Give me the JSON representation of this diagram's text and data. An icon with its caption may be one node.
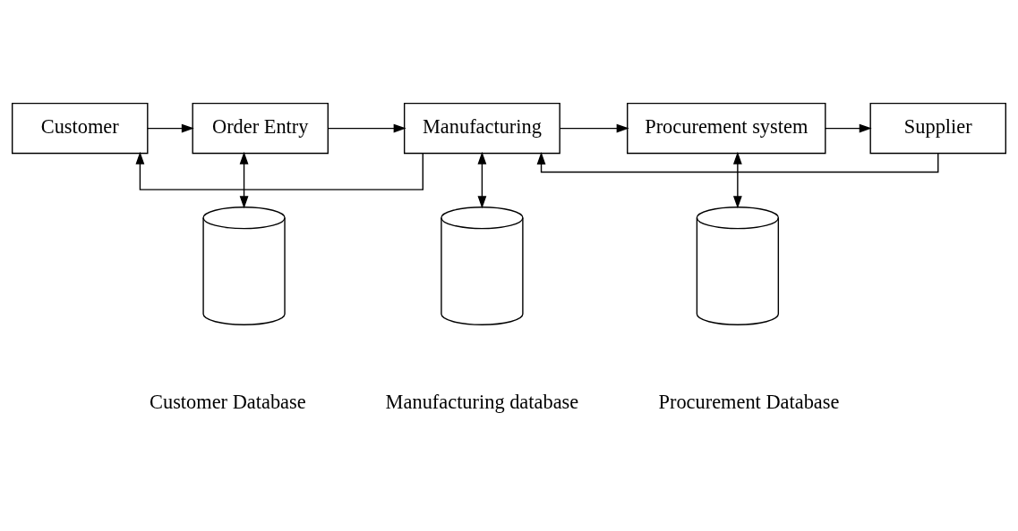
{
  "diagram": {
    "nodes": [
      {
        "text": [
          "Customer"
        ]
      },
      {
        "text": [
          "Order Entry"
        ]
      },
      {
        "text": [
          "Manufacturing"
        ]
      },
      {
        "text": [
          "Procurement system"
        ]
      },
      {
        "text": [
          "Supplier"
        ]
      },
      {
        "text": [],
        "shape": "cylinder",
        "beside": [
          "Customer Database"
        ]
      },
      {
        "text": [],
        "shape": "cylinder",
        "beside": [
          "Manufacturing database"
        ]
      },
      {
        "text": [],
        "shape": "cylinder",
        "beside": [
          "Procurement Database"
        ]
      }
    ],
    "edges": [
      {
        "from": 0,
        "to": 1,
        "arrow": "to"
      },
      {
        "from": 1,
        "to": 2,
        "arrow": "to"
      },
      {
        "from": 2,
        "to": 3,
        "arrow": "to"
      },
      {
        "from": 3,
        "to": 4,
        "arrow": "to"
      },
      {
        "from": 2,
        "to": 0,
        "arrow": "to"
      },
      {
        "from": 4,
        "to": 2,
        "arrow": "to"
      },
      {
        "from": 1,
        "to": 5,
        "arrow": "both"
      },
      {
        "from": 2,
        "to": 6,
        "arrow": "both"
      },
      {
        "from": 3,
        "to": 7,
        "arrow": "both"
      }
    ]
  }
}
